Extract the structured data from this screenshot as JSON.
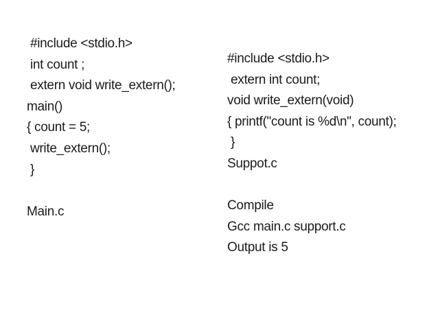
{
  "slide": {
    "background_color": "#ffffff",
    "text_color": "#1a1a1a",
    "main_file": {
      "description": "main.c source listing with filename label",
      "lines": [
        " #include <stdio.h>",
        " int count ;",
        " extern void write_extern();",
        "main()",
        "{ count = 5;",
        " write_extern();",
        " }",
        "",
        "Main.c"
      ]
    },
    "support_file": {
      "description": "support.c source listing with filename label and compile notes",
      "lines": [
        "#include <stdio.h>",
        " extern int count;",
        "void write_extern(void)",
        "{ printf(\"count is %d\\n\", count);",
        " }",
        "Suppot.c",
        "",
        "Compile",
        "Gcc main.c support.c",
        "Output is 5"
      ]
    }
  }
}
